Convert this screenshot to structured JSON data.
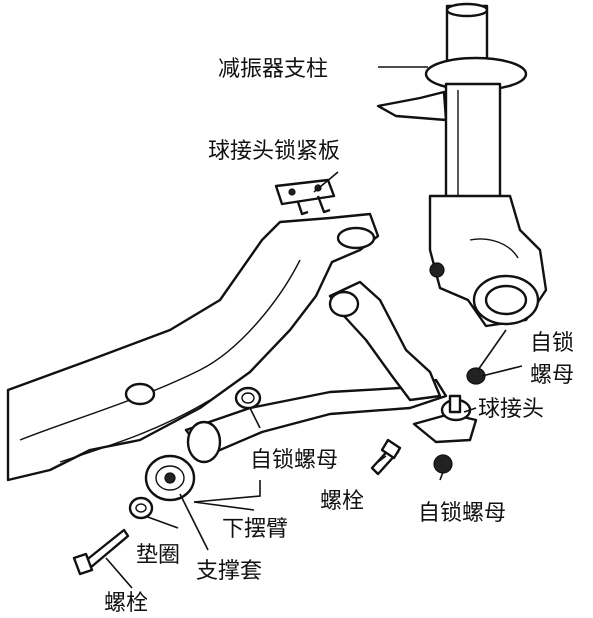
{
  "labels": {
    "strut": "减振器支柱",
    "plate": "球接头锁紧板",
    "nut_top": "自锁",
    "nut_top2": "螺母",
    "ball_joint": "球接头",
    "nut_mid": "自锁螺母",
    "bolt_mid": "螺栓",
    "nut_low": "自锁螺母",
    "lower_arm": "下摆臂",
    "washer": "垫圈",
    "bushing": "支撑套",
    "bolt_low": "螺栓"
  }
}
